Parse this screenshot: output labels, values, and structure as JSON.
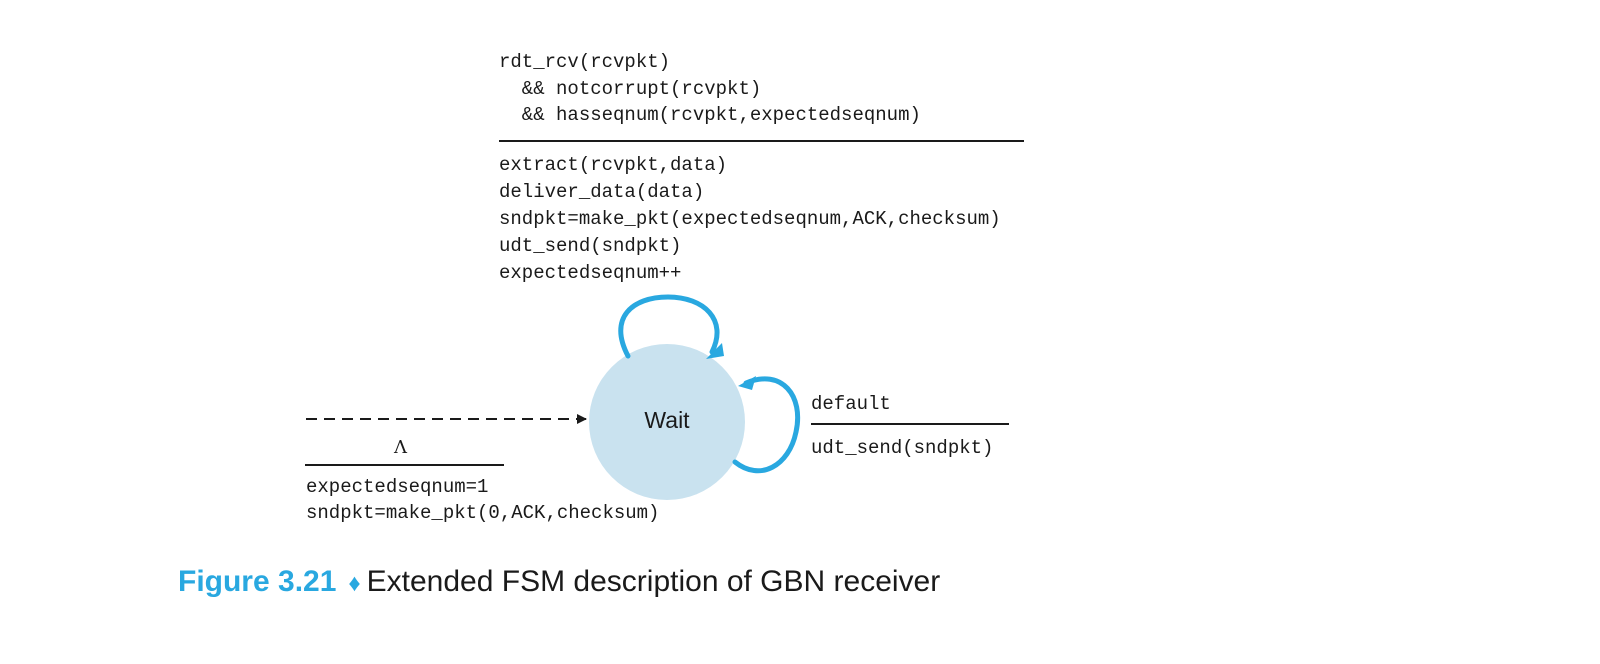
{
  "self_loop_top": {
    "event": [
      "rdt_rcv(rcvpkt)",
      "  && notcorrupt(rcvpkt)",
      "  && hasseqnum(rcvpkt,expectedseqnum)"
    ],
    "action": [
      "extract(rcvpkt,data)",
      "deliver_data(data)",
      "sndpkt=make_pkt(expectedseqnum,ACK,checksum)",
      "udt_send(sndpkt)",
      "expectedseqnum++"
    ]
  },
  "state": {
    "label": "Wait",
    "fill_color": "#c9e2ef"
  },
  "self_loop_right": {
    "event": "default",
    "action": "udt_send(sndpkt)"
  },
  "initial_transition": {
    "event": "Λ",
    "action": [
      "expectedseqnum=1",
      "sndpkt=make_pkt(0,ACK,checksum)"
    ]
  },
  "caption": {
    "figure_label": "Figure 3.21",
    "separator": "♦",
    "text": "Extended FSM description of GBN receiver"
  },
  "colors": {
    "accent": "#29a8e0",
    "text": "#1a1a1a"
  }
}
